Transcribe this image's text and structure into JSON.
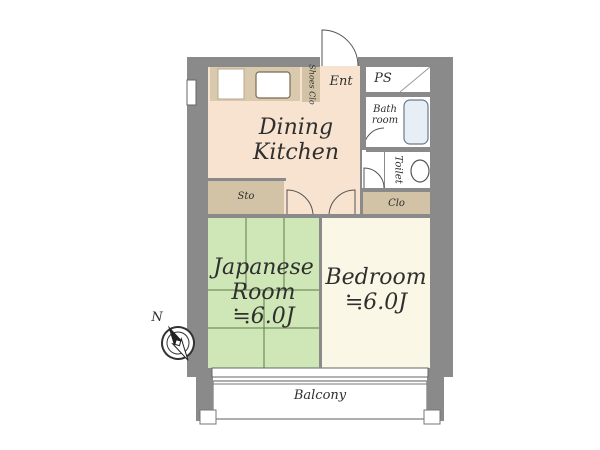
{
  "rooms": {
    "dining_kitchen": {
      "line1": "Dining",
      "line2": "Kitchen"
    },
    "japanese_room": {
      "line1": "Japanese",
      "line2": "Room",
      "size": "≒6.0J"
    },
    "bedroom": {
      "line1": "Bedroom",
      "size": "≒6.0J"
    },
    "balcony": "Balcony",
    "entrance": "Ent",
    "pipe_space": "PS",
    "bathroom": {
      "line1": "Bath",
      "line2": "room"
    },
    "toilet": "Toilet",
    "storage": "Sto",
    "closet": "Clo",
    "shoes_closet": "Shoes Clo"
  },
  "compass": {
    "direction_label": "N"
  },
  "colors": {
    "wall": "#8a8a8a",
    "dining_kitchen_floor": "#f7e3cf",
    "japanese_room_floor": "#cfe7b7",
    "bedroom_floor": "#fbf7e6",
    "storage_floor": "#d2c2a6",
    "wet_area_floor": "#ffffff"
  }
}
